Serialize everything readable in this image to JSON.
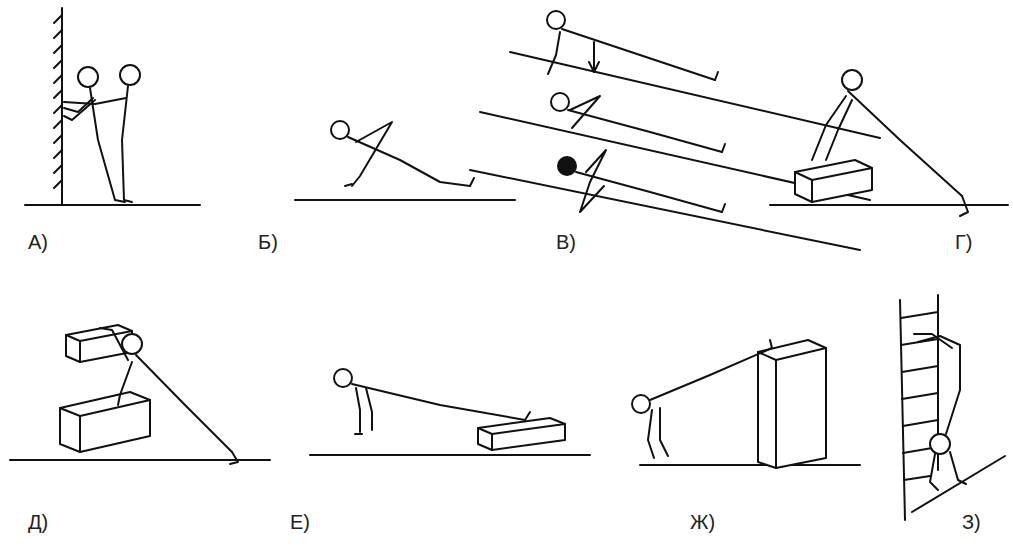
{
  "diagram": {
    "labels": [
      "А)",
      "Б)",
      "В)",
      "Г)",
      "Д)",
      "Е)",
      "Ж)",
      "З)"
    ]
  }
}
